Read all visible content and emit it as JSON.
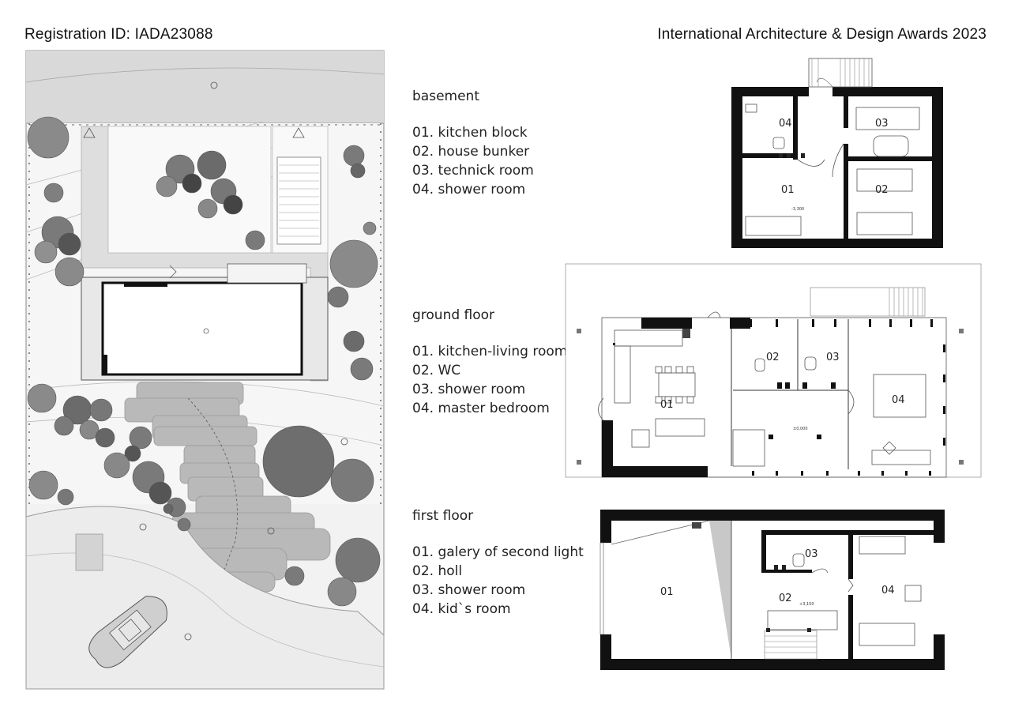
{
  "header": {
    "registration": "Registration ID:  IADA23088",
    "award": "International Architecture & Design Awards 2023"
  },
  "levels": [
    {
      "title": "basement",
      "rooms": [
        "01. kitchen block",
        "02. house bunker",
        "03. technick room",
        "04. shower room"
      ]
    },
    {
      "title": "ground floor",
      "rooms": [
        "01. kitchen-living room",
        "02. WC",
        "03. shower room",
        "04. master bedroom"
      ]
    },
    {
      "title": "first floor",
      "rooms": [
        "01. galery of second light",
        "02. holl",
        "03. shower room",
        "04. kid`s room"
      ]
    }
  ],
  "plans": {
    "basement": {
      "labels": [
        "04",
        "03",
        "01",
        "02"
      ],
      "level_mark": "-3,300"
    },
    "ground": {
      "labels": [
        "01",
        "02",
        "03",
        "04"
      ],
      "level_mark": "±0,000"
    },
    "first": {
      "labels": [
        "01",
        "02",
        "03",
        "04"
      ],
      "level_mark": "+3,150"
    }
  },
  "colors": {
    "wall": "#111111",
    "tree": "#6e6e6e",
    "terrace": "#b9b9b9",
    "water": "#ececec",
    "road": "#d6d6d6"
  }
}
